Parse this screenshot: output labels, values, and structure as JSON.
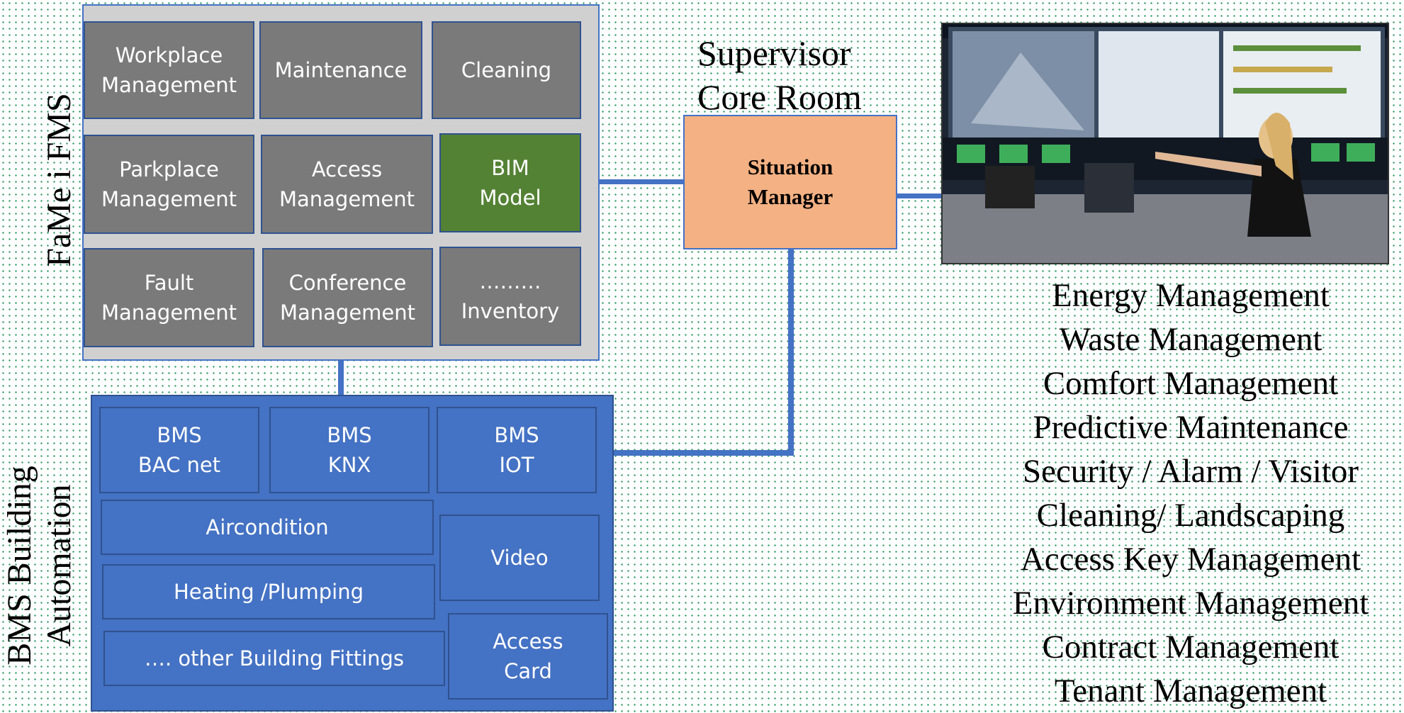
{
  "fms": {
    "title": "FaMe i FMS",
    "tiles": [
      {
        "label": "Workplace\nManagement"
      },
      {
        "label": "Maintenance"
      },
      {
        "label": "Cleaning"
      },
      {
        "label": "Parkplace\nManagement"
      },
      {
        "label": "Access\nManagement"
      },
      {
        "label": "BIM\nModel"
      },
      {
        "label": "Fault\nManagement"
      },
      {
        "label": "Conference\nManagement"
      },
      {
        "label": "………\nInventory"
      }
    ]
  },
  "bms": {
    "title": "BMS Building\nAutomation",
    "tiles": [
      {
        "label": "BMS\nBAC net"
      },
      {
        "label": "BMS\nKNX"
      },
      {
        "label": "BMS\nIOT"
      },
      {
        "label": "Aircondition"
      },
      {
        "label": "Video"
      },
      {
        "label": "Heating /Plumping"
      },
      {
        "label": "…. other Building  Fittings"
      },
      {
        "label": "Access\nCard"
      }
    ]
  },
  "supervisor": {
    "heading": "Supervisor\nCore Room",
    "box_label": "Situation\nManager"
  },
  "features": [
    "Energy Management",
    "Waste Management",
    "Comfort Management",
    "Predictive Maintenance",
    "Security / Alarm / Visitor",
    "Cleaning/ Landscaping",
    "Access Key Management",
    "Environment Management",
    "Contract Management",
    "Tenant Management"
  ],
  "colors": {
    "fms_panel": "#d0d0d0",
    "tile_gray": "#7a7a7a",
    "tile_green": "#548235",
    "bms_blue": "#4472c4",
    "situation_manager": "#f4b183",
    "connector": "#4472c4"
  }
}
